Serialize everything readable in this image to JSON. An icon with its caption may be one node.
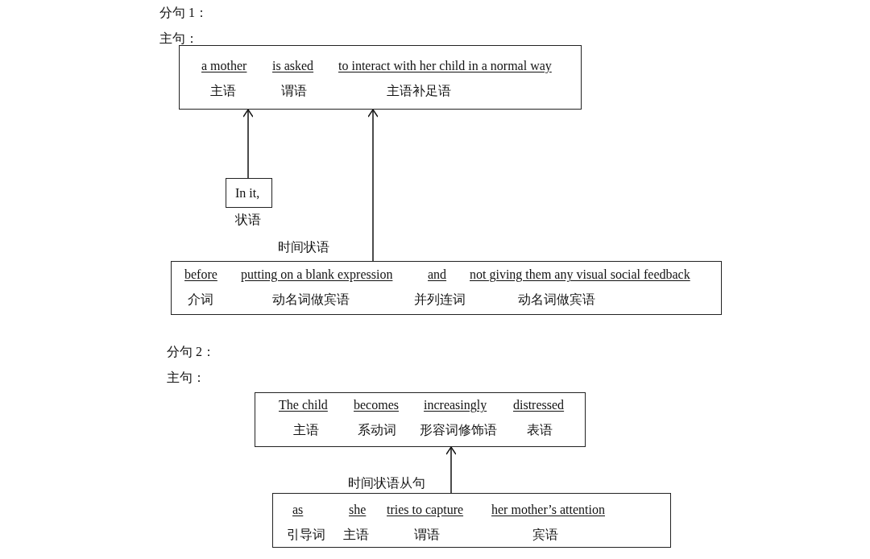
{
  "diagram": {
    "nodes": [
      {
        "text": [
          "a mother",
          "is asked",
          "to interact with her child in a normal way",
          "主语",
          "谓语",
          "主语补足语"
        ]
      },
      {
        "text": [
          "In it,"
        ],
        "beside": [
          "状语"
        ]
      },
      {
        "text": [
          "before",
          "putting on a blank expression",
          "and",
          "not giving them any visual social feedback",
          "介词",
          "动名词做宾语",
          "并列连词",
          "动名词做宾语"
        ]
      },
      {
        "text": [
          "The child",
          "becomes",
          "increasingly",
          "distressed",
          "主语",
          "系动词",
          "形容词修饰语",
          "表语"
        ]
      },
      {
        "text": [
          "as",
          "she",
          "tries to capture",
          "her mother’s attention",
          "引导词",
          "主语",
          "谓语",
          "宾语"
        ]
      }
    ],
    "edges": [
      {
        "from": 1,
        "to": 0,
        "arrow": "to"
      },
      {
        "from": 2,
        "to": 0,
        "arrow": "to",
        "label": "时间状语"
      },
      {
        "from": 4,
        "to": 3,
        "arrow": "to",
        "label": "时间状语从句"
      }
    ],
    "labels": [
      "分句 1：",
      "主句：",
      "分句 2：",
      "主句："
    ]
  }
}
